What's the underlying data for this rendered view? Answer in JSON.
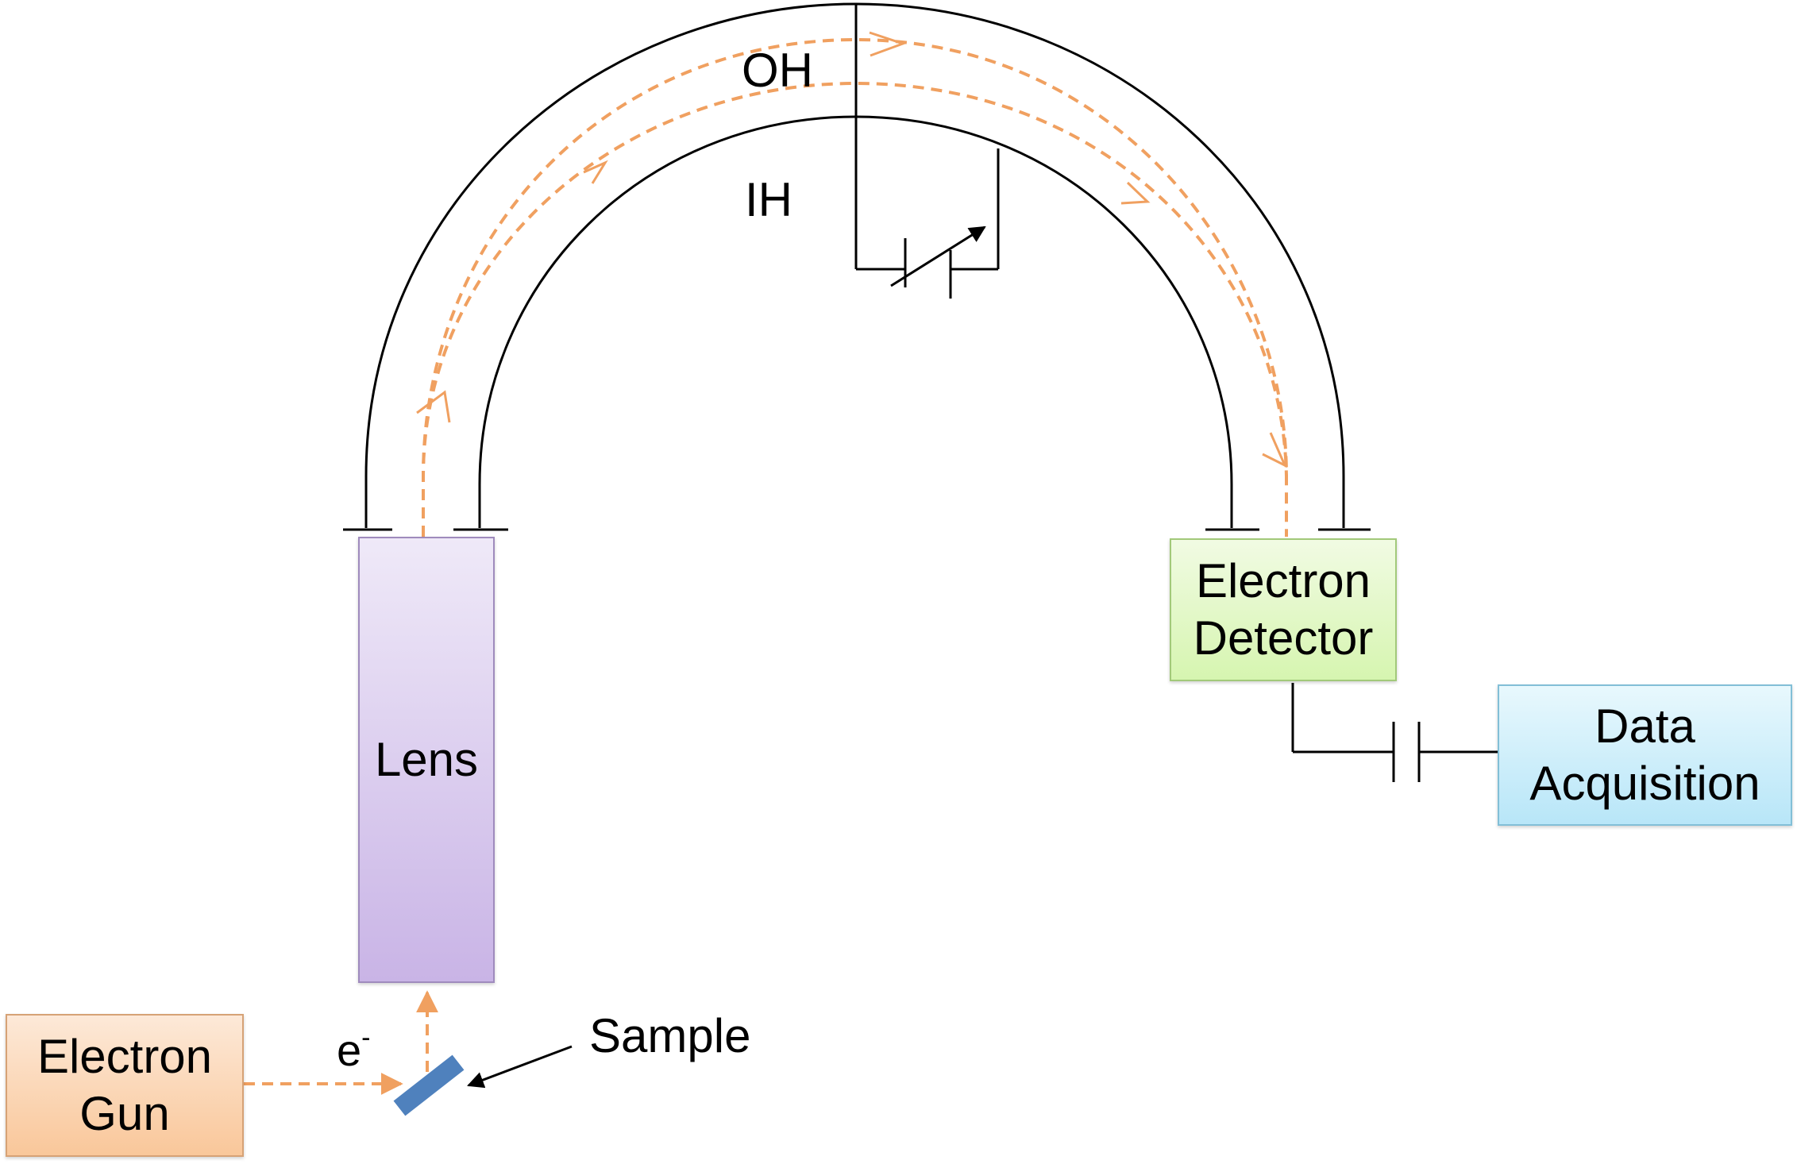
{
  "labels": {
    "outer_hemisphere": "OH",
    "inner_hemisphere": "IH",
    "sample": "Sample",
    "electron_symbol": "e",
    "electron_charge": "-"
  },
  "boxes": {
    "lens": [
      "Lens"
    ],
    "electron_detector": [
      "Electron",
      "Detector"
    ],
    "data_acquisition": [
      "Data",
      "Acquisition"
    ],
    "electron_gun": [
      "Electron",
      "Gun"
    ]
  },
  "colors": {
    "beam": "#f0a060",
    "lens_fill": "#d8c8ee",
    "detector_fill": "#e3f8c8",
    "daq_fill": "#cdeefb",
    "gun_fill": "#fbd6b4",
    "sample_fill": "#4f81bd",
    "wire": "#000000"
  }
}
